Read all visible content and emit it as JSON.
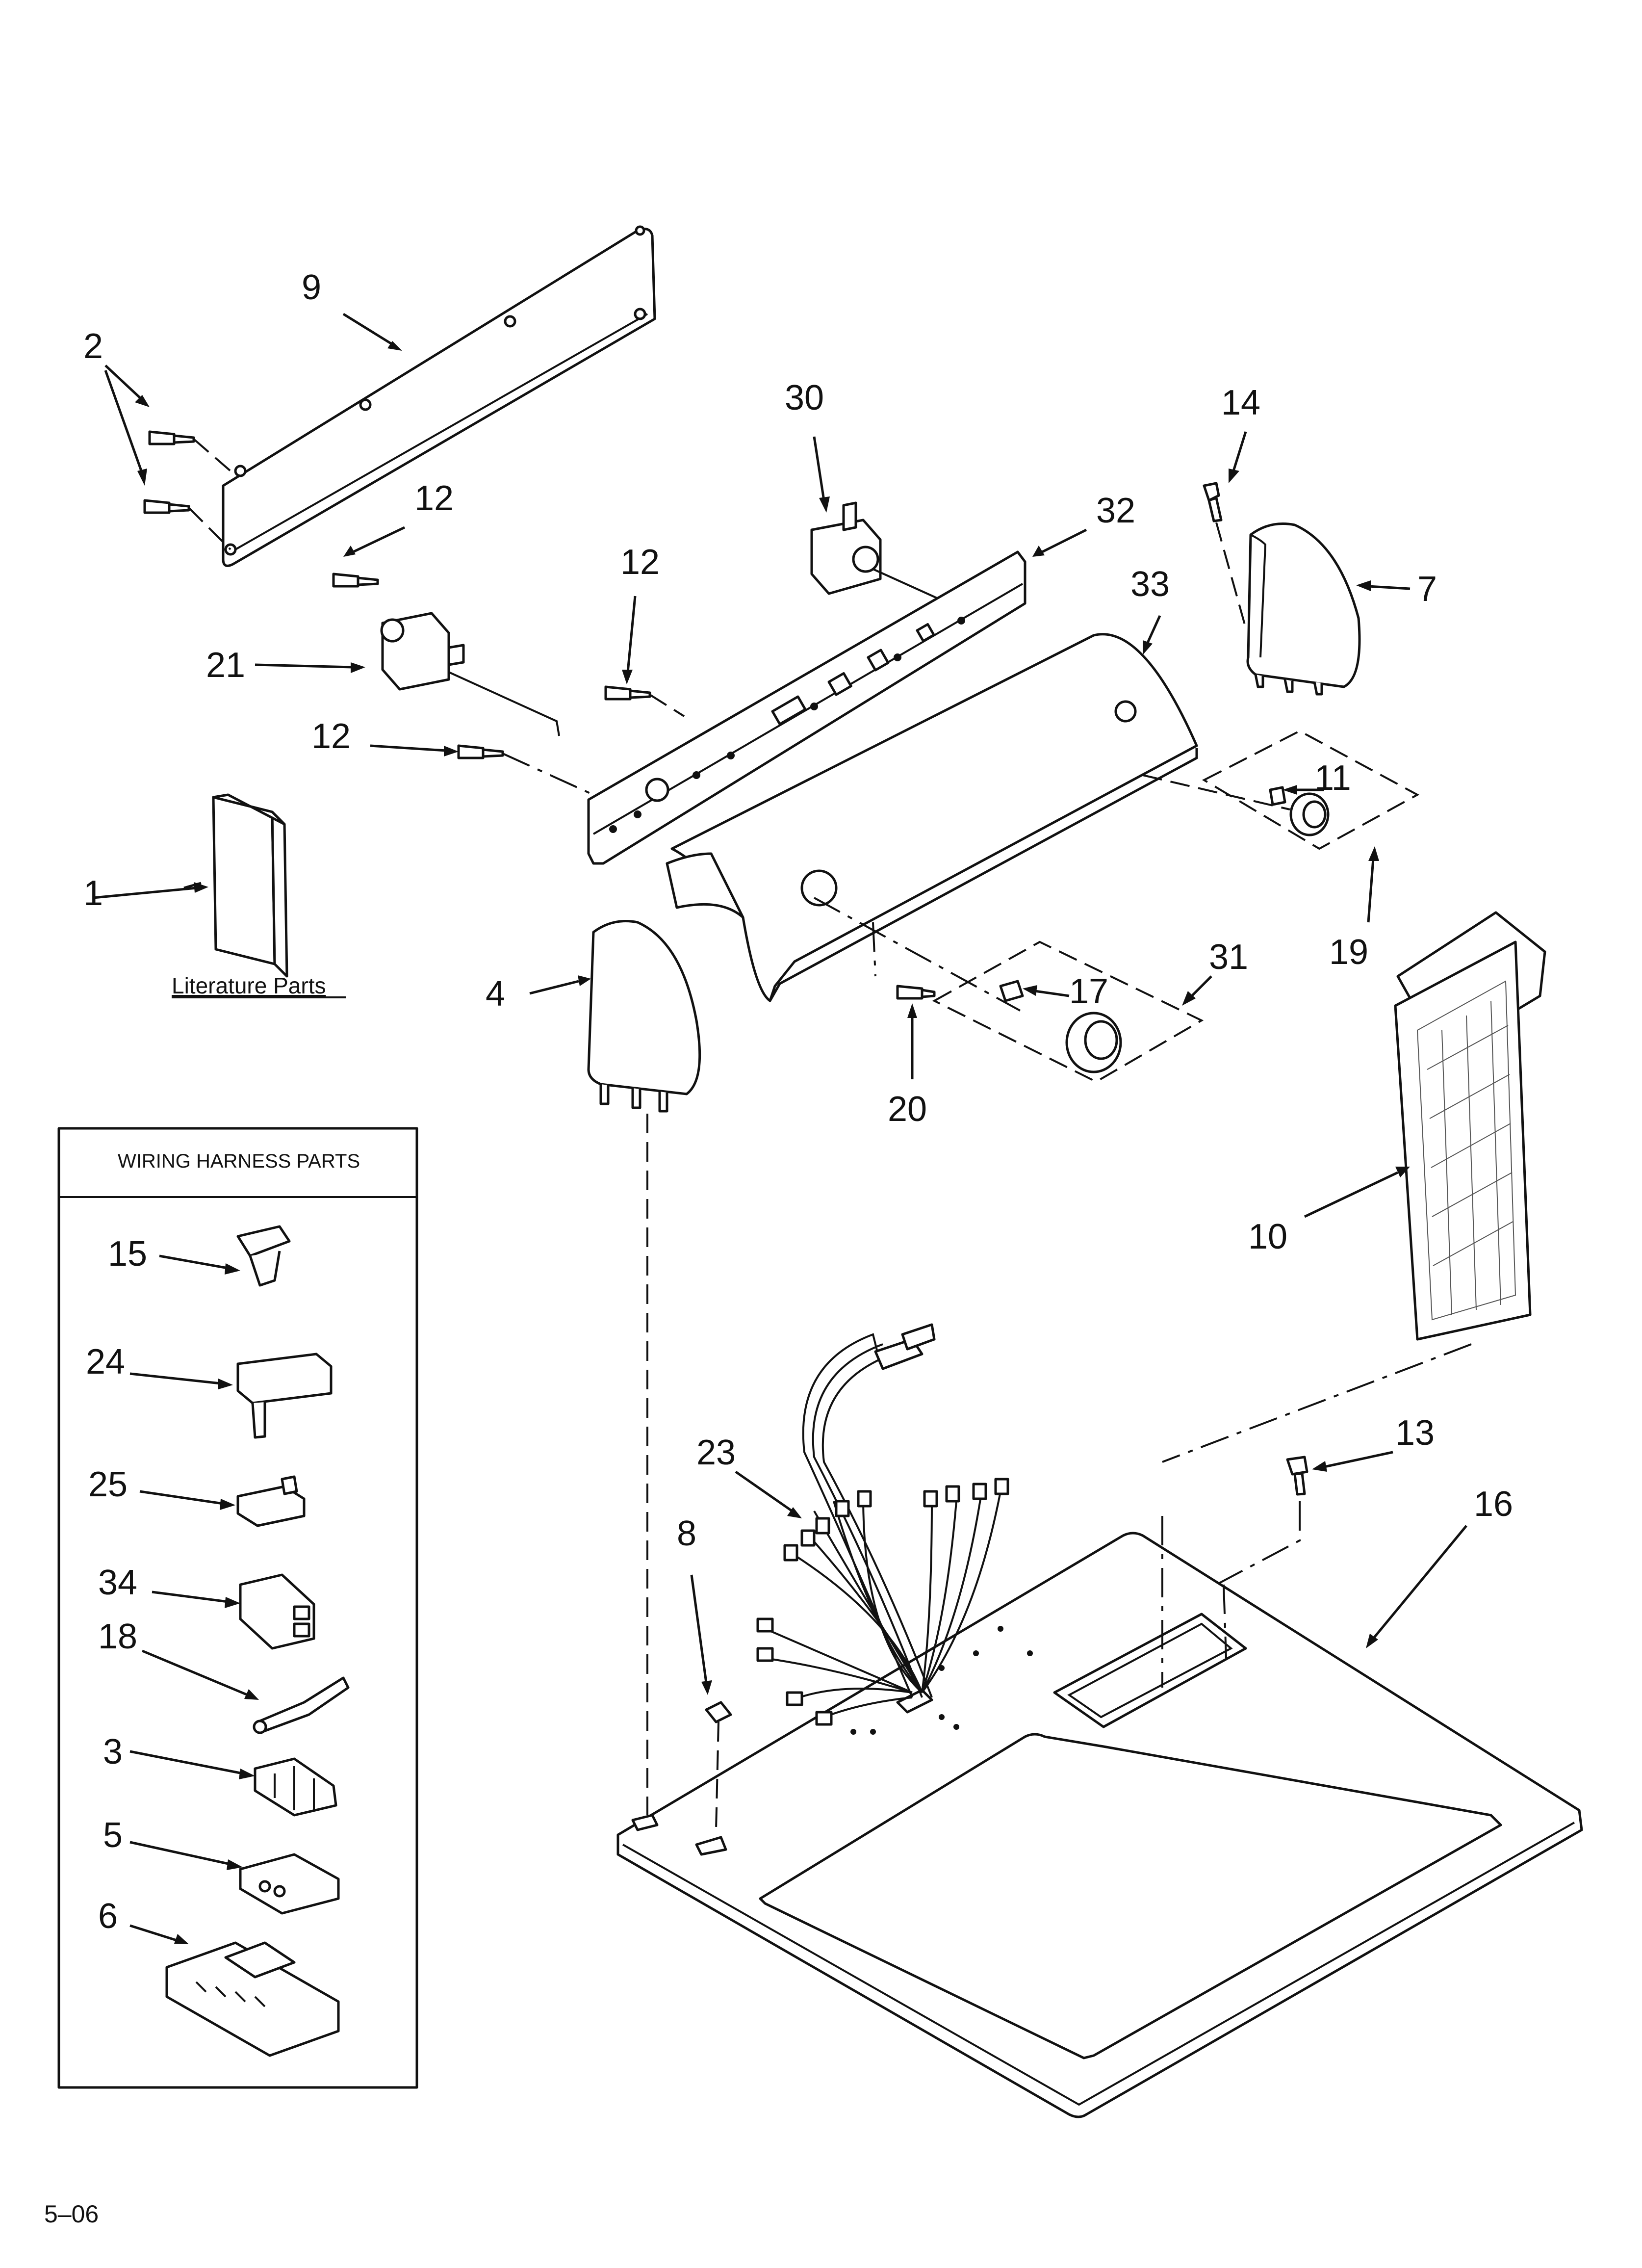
{
  "callouts": {
    "c1": "1",
    "c2": "2",
    "c3": "3",
    "c4": "4",
    "c5": "5",
    "c6": "6",
    "c7": "7",
    "c8": "8",
    "c9": "9",
    "c10": "10",
    "c11": "11",
    "c12a": "12",
    "c12b": "12",
    "c12c": "12",
    "c13": "13",
    "c14": "14",
    "c15": "15",
    "c16": "16",
    "c17": "17",
    "c18": "18",
    "c19": "19",
    "c20": "20",
    "c21": "21",
    "c23": "23",
    "c24": "24",
    "c25": "25",
    "c30": "30",
    "c31": "31",
    "c32": "32",
    "c33": "33",
    "c34": "34"
  },
  "literature_label": "Literature Parts",
  "wiring_box_title": "WIRING HARNESS PARTS",
  "footer_code": "5–06"
}
